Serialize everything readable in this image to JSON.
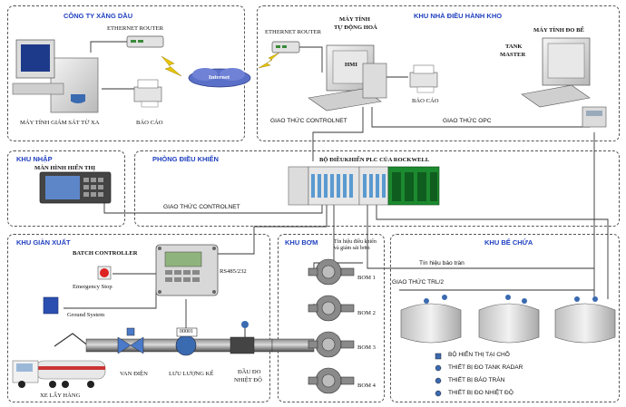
{
  "zones": {
    "cong_ty": "CÔNG TY XĂNG DẦU",
    "dieu_hanh": "KHU NHÀ ĐIỀU HÀNH KHO",
    "khu_nhap": "KHU NHẬP",
    "dieu_khien": "PHÒNG ĐIỀU KHIỂN",
    "gian_xuat": "KHU GIÀN XUẤT",
    "bom": "KHU BƠM",
    "be_chua": "KHU BỂ CHỨA"
  },
  "labels": {
    "ethernet_router_1": "ETHERNET ROUTER",
    "ethernet_router_2": "ETHERNET ROUTER",
    "internet": "Internet",
    "may_tinh_giam_sat": "MÁY TÍNH GIÁM SÁT TỪ XA",
    "bao_cao_1": "BÁO CÁO",
    "may_tinh_tdh_1": "MÁY TÍNH",
    "may_tinh_tdh_2": "TỰ ĐỘNG HOÁ",
    "hmi": "HMI",
    "bao_cao_2": "BÁO CÁO",
    "may_tinh_do_be": "MÁY TÍNH ĐO BỂ",
    "tank_master_1": "TANK",
    "tank_master_2": "MASTER",
    "gt_controlnet_1": "GIAO THỨC CONTROLNET",
    "gt_opc": "GIAO THỨC OPC",
    "man_hinh_hien_thi": "MÀN HÌNH HIỂN THỊ",
    "plc": "BỘ ĐIỀUKHIỂN PLC CỦA ROCKWELL",
    "gt_controlnet_2": "GIAO THỨC CONTROLNET",
    "batch_controller": "BATCH CONTROLLER",
    "emergency_stop": "Emergency Stop",
    "ground_system": "Ground System",
    "rs485": "RS485/232",
    "van_dien": "VAN ĐIỆN",
    "luu_luong_ke": "LƯU LƯỢNG KẾ",
    "dau_do_1": "ĐẦU ĐO",
    "dau_do_2": "NHIỆT ĐỘ",
    "xe_lay_hang": "XE LẤY HÀNG",
    "meter_display": "00001",
    "tin_hieu_dk_1": "Tín hiệu điều khiển",
    "tin_hieu_dk_2": "và giám sát bơm",
    "bom_1": "BOM 1",
    "bom_2": "BOM 2",
    "bom_3": "BOM 3",
    "bom_4": "BOM 4",
    "tin_hieu_bao_tran": "Tín hiệu báo tràn",
    "gt_trl2": "GIAO THỨC TRL/2",
    "bo_hien_thi": "BỘ HIỂN THỊ TẠI CHỖ",
    "tb_radar": "THIẾT BỊ ĐO TANK RADAR",
    "tb_bao_tran": "THIẾT BỊ BÁO TRÀN",
    "tb_nhiet_do": "THIẾT BỊ ĐO NHIỆT ĐỘ"
  },
  "colors": {
    "zone_title": "#1f3fbf",
    "pipe": "#3a3a3a",
    "cloud": "#5a6fc8",
    "plc_green": "#1c8a2f",
    "tank": "#e6e6e6",
    "bolt": "#e8c400"
  }
}
